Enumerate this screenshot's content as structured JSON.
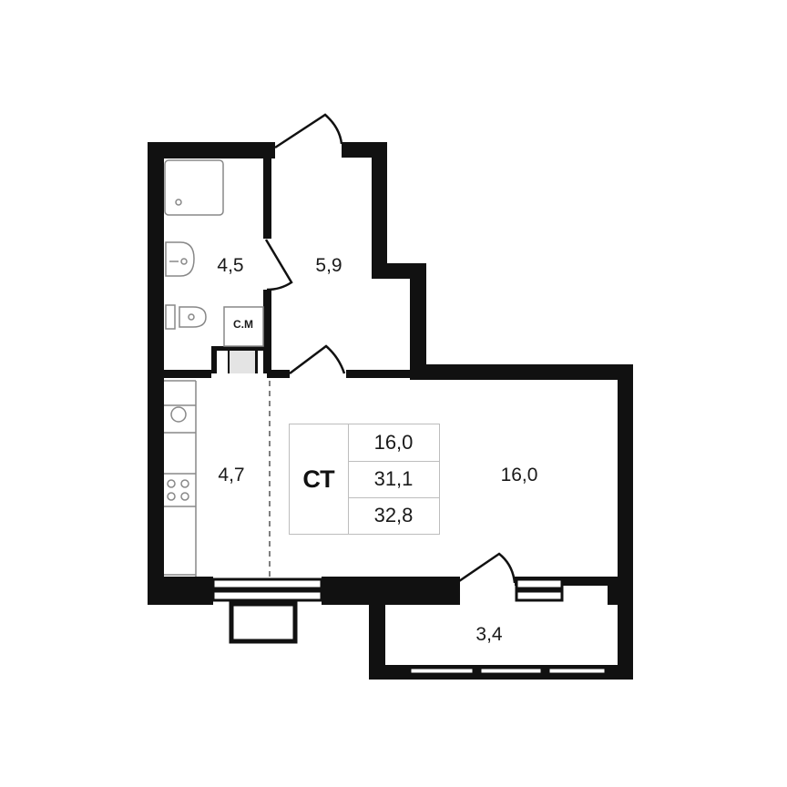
{
  "plan": {
    "apartment_type": "СТ",
    "summary": {
      "living_area": "16,0",
      "total_area_no_balcony": "31,1",
      "total_area": "32,8"
    },
    "rooms": [
      {
        "name": "bathroom",
        "area": "4,5"
      },
      {
        "name": "hallway",
        "area": "5,9"
      },
      {
        "name": "kitchen",
        "area": "4,7"
      },
      {
        "name": "living-room",
        "area": "16,0"
      },
      {
        "name": "balcony",
        "area": "3,4"
      }
    ],
    "washing_machine_label": "С.М"
  },
  "colors": {
    "wall": "#111111",
    "fixture": "#888888",
    "background": "#ffffff"
  }
}
